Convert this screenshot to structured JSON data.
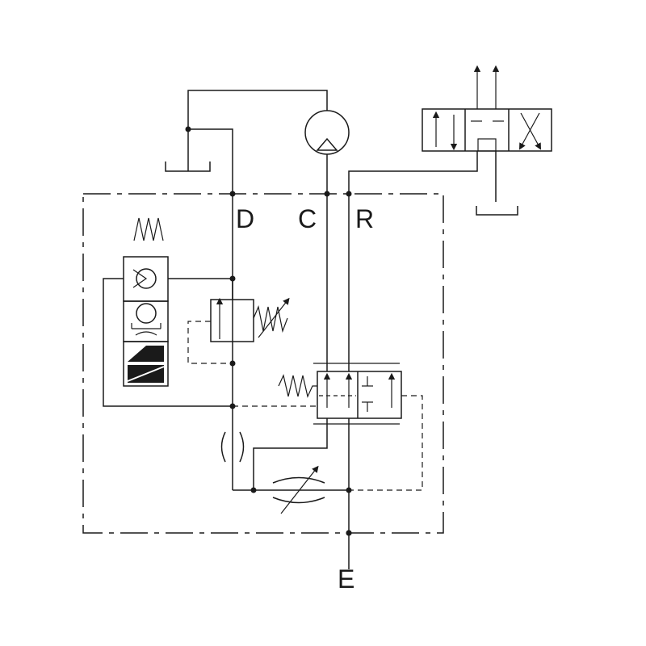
{
  "ports": {
    "d": "D",
    "c": "C",
    "r": "R",
    "e": "E"
  },
  "colors": {
    "line": "#1a1a1a",
    "background": "#ffffff"
  },
  "icons": [
    "pump-icon",
    "directional-valve-icon",
    "relief-valve-icon",
    "check-valve-icon",
    "solenoid-icon",
    "fixed-orifice-icon",
    "variable-throttle-icon",
    "tank-icon"
  ]
}
